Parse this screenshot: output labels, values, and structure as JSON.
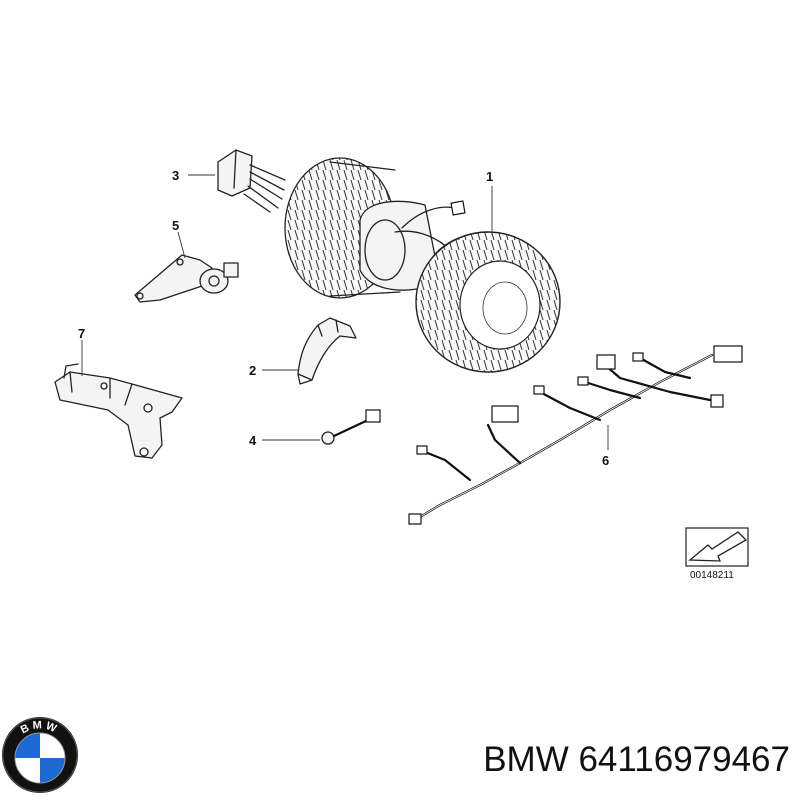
{
  "callouts": {
    "c1": "1",
    "c2": "2",
    "c3": "3",
    "c4": "4",
    "c5": "5",
    "c6": "6",
    "c7": "7"
  },
  "diagram_ref": "00148211",
  "logo": {
    "text": "BMW",
    "colors": {
      "blue": "#1c69d4",
      "white": "#ffffff",
      "ring": "#111111"
    }
  },
  "caption": {
    "brand": "BMW",
    "part_number": "64116979467"
  }
}
